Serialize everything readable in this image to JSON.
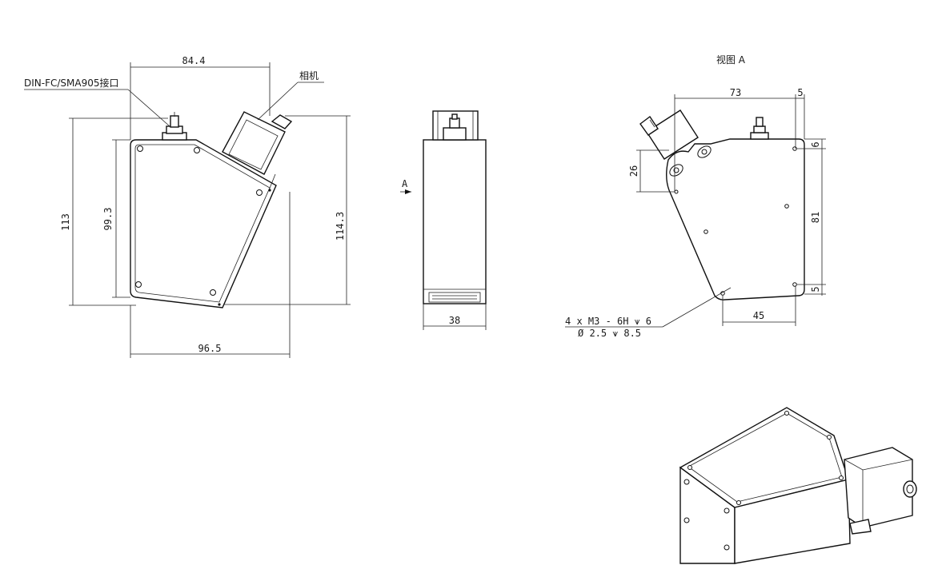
{
  "labels": {
    "connector": "DIN-FC/SMA905接口",
    "camera": "相机",
    "view_a_title": "视图 A",
    "arrow_a": "A"
  },
  "dimensions": {
    "front_top_width": "84.4",
    "front_height_left": "113",
    "front_height_inner": "99.3",
    "front_height_right": "114.3",
    "front_bottom_width": "96.5",
    "side_width": "38",
    "viewa_top_width": "73",
    "viewa_top_offset": "5",
    "viewa_right_top": "6",
    "viewa_right_height": "81",
    "viewa_right_bottom": "5",
    "viewa_left_height": "26",
    "viewa_bottom_width": "45"
  },
  "callout": {
    "line1": "4 x  M3 - 6H ⩛ 6",
    "line2": "Ø 2.5 ⩛ 8.5"
  }
}
